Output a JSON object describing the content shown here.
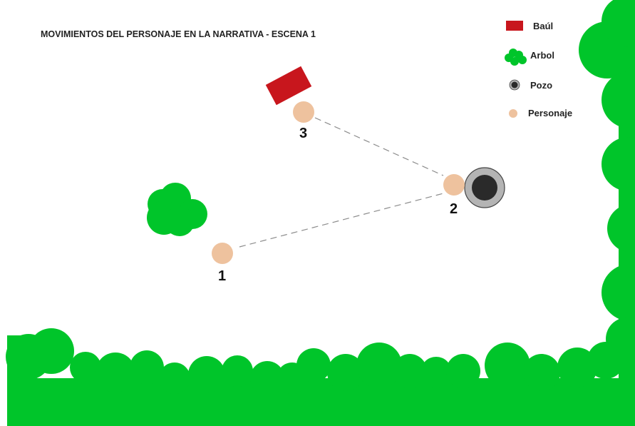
{
  "title": "MOVIMIENTOS DEL PERSONAJE EN LA NARRATIVA - ESCENA 1",
  "legend": {
    "baul": "Baúl",
    "arbol": "Arbol",
    "pozo": "Pozo",
    "personaje": "Personaje"
  },
  "positions": {
    "p1": "1",
    "p2": "2",
    "p3": "3"
  },
  "colors": {
    "tree": "#00c52a",
    "chest": "#c8161d",
    "character": "#eec29e",
    "well_outer": "#b4b4b4",
    "well_inner": "#2a2a2a",
    "path": "#8c8c8c"
  }
}
